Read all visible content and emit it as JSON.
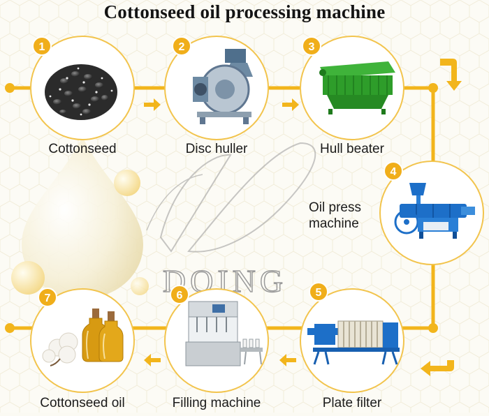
{
  "title": "Cottonseed oil processing machine",
  "watermark": "DOING",
  "colors": {
    "accent": "#f2b51c",
    "accent_dark": "#e19a0c",
    "machine_green": "#2e9d2a",
    "machine_blue": "#1d6fc8",
    "oil": "#d79a12"
  },
  "steps": [
    {
      "number": "1",
      "label": "Cottonseed",
      "icon": "cottonseed-pile-icon"
    },
    {
      "number": "2",
      "label": "Disc huller",
      "icon": "disc-huller-machine-icon"
    },
    {
      "number": "3",
      "label": "Hull beater",
      "icon": "hull-beater-machine-icon"
    },
    {
      "number": "4",
      "label": "Oil press machine",
      "icon": "oil-press-machine-icon"
    },
    {
      "number": "5",
      "label": "Plate filter",
      "icon": "plate-filter-machine-icon"
    },
    {
      "number": "6",
      "label": "Filling machine",
      "icon": "filling-machine-icon"
    },
    {
      "number": "7",
      "label": "Cottonseed oil",
      "icon": "oil-bottles-icon"
    }
  ]
}
